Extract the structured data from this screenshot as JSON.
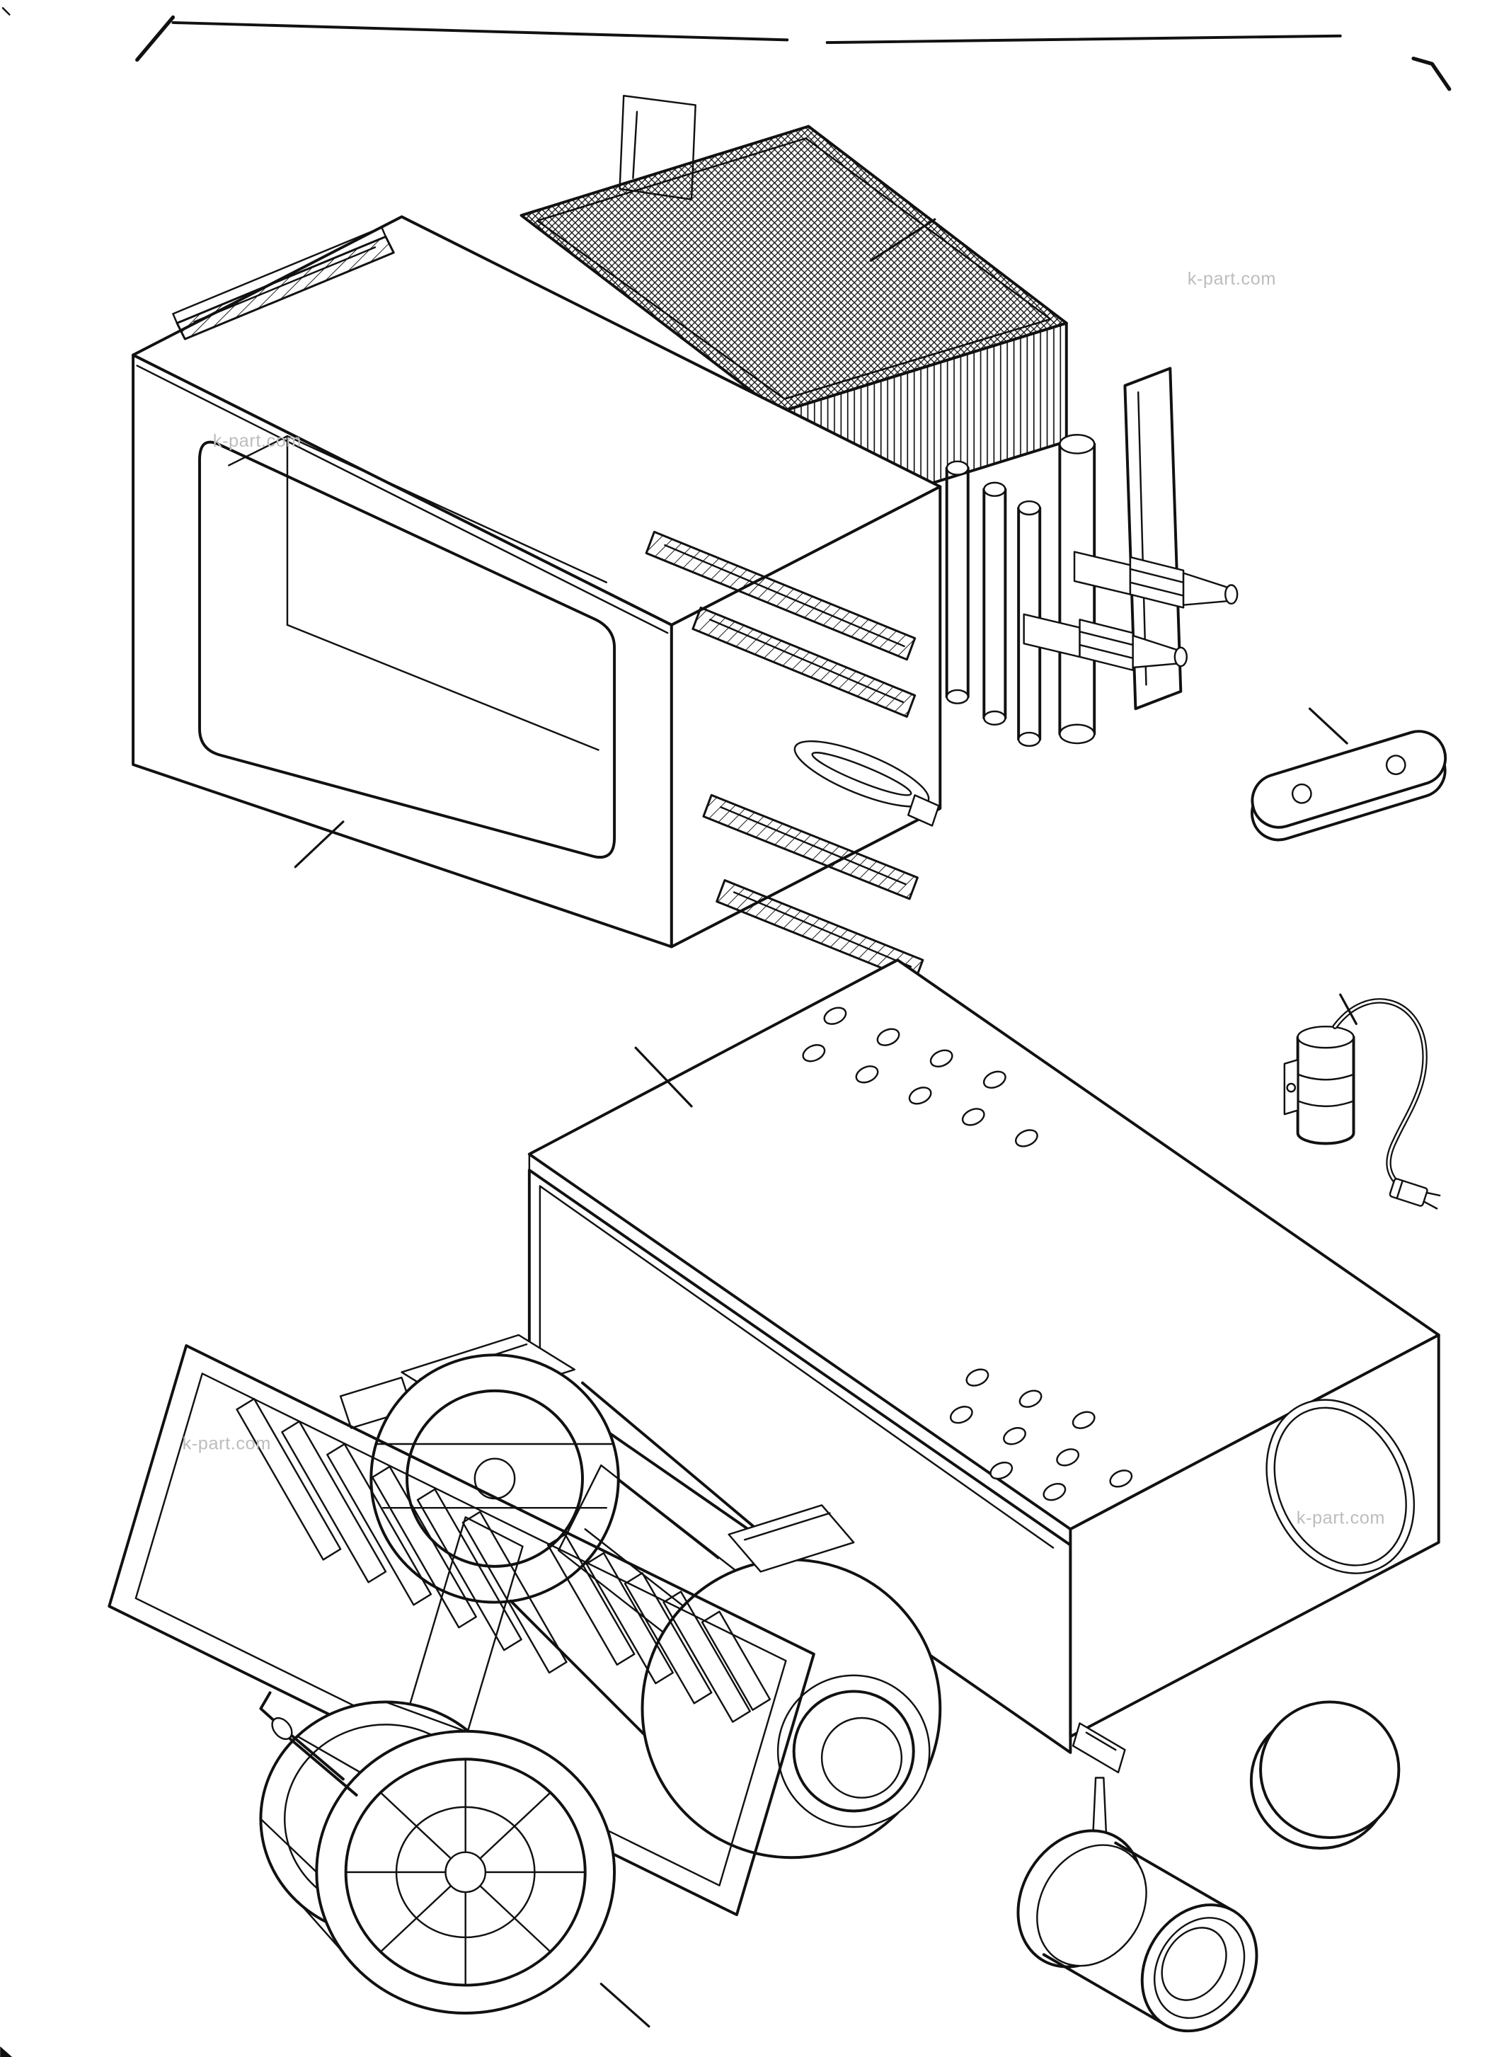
{
  "watermarks": [
    {
      "text": "k-part.com"
    },
    {
      "text": "k-part.com"
    },
    {
      "text": "k-part.com"
    },
    {
      "text": "k-part.com"
    }
  ],
  "colors": {
    "ink": "#111111",
    "paper": "#ffffff",
    "watermark": "#bdbdbd"
  }
}
